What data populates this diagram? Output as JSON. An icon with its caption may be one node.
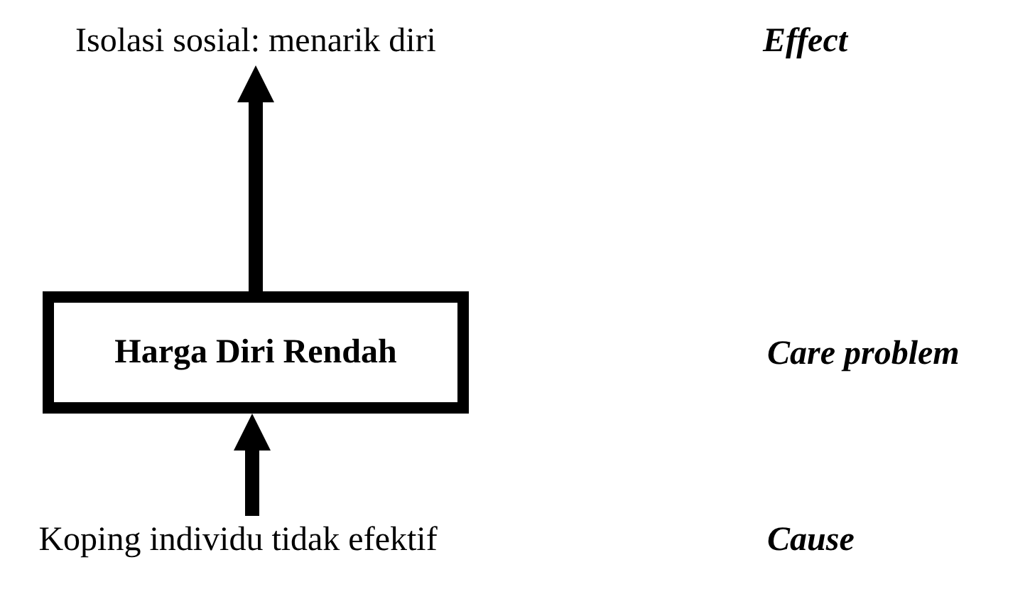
{
  "diagram": {
    "nodes": [
      {
        "text": [
          "Isolasi sosial: menarik diri"
        ]
      },
      {
        "text": [
          "Harga Diri Rendah"
        ]
      },
      {
        "text": [
          "Koping individu tidak efektif"
        ]
      }
    ],
    "edges": [
      {
        "from": 2,
        "to": 1,
        "arrow": "to"
      },
      {
        "from": 1,
        "to": 0,
        "arrow": "to"
      }
    ],
    "labels": [
      "Effect",
      "Care problem",
      "Cause"
    ]
  }
}
